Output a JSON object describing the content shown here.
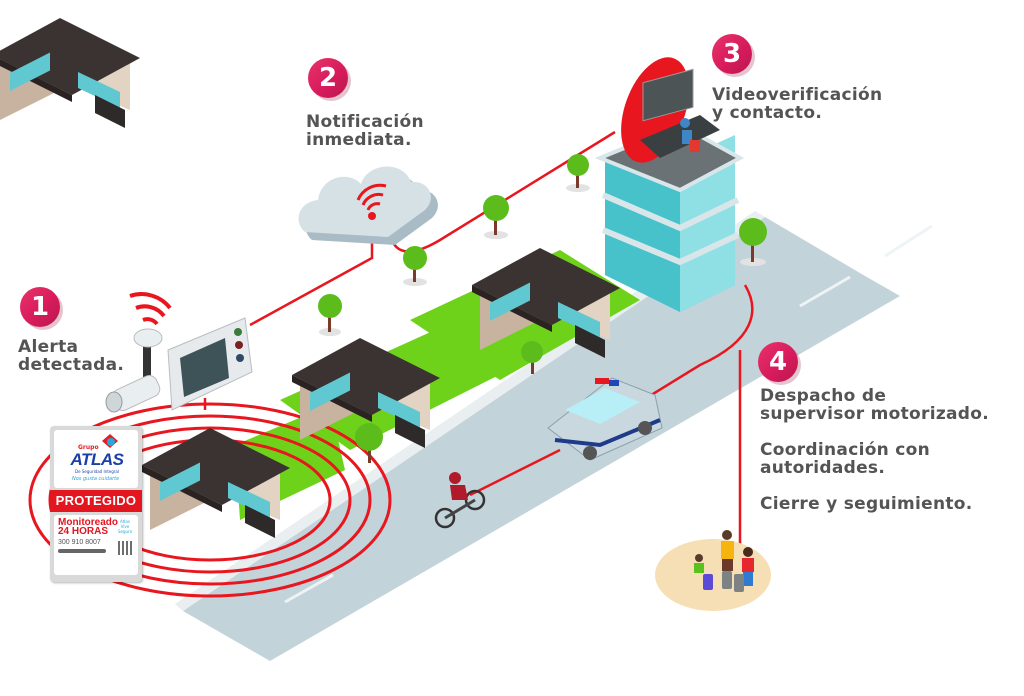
{
  "steps": [
    {
      "number": "1",
      "label": "Alerta\ndetectada."
    },
    {
      "number": "2",
      "label": "Notificación\ninmediata."
    },
    {
      "number": "3",
      "label": "Videoverificación\ny contacto."
    },
    {
      "number": "4",
      "items": [
        "Despacho de\nsupervisor motorizado.",
        "Coordinación con\nautoridades.",
        "Cierre y seguimiento."
      ]
    }
  ],
  "sign": {
    "brand_prefix": "Grupo",
    "brand": "ATLAS",
    "tagline": "De Seguridad Integral",
    "slogan": "Nos gusta cuidarte",
    "status": "PROTEGIDO",
    "monitoring_line1": "Monitoreado",
    "monitoring_line2": "24 HORAS",
    "phone": "300 910 8007",
    "mini_badge": "Atlas Vive Seguro"
  },
  "colors": {
    "accent_red": "#e3151f",
    "badge_pink": "#d81b5c",
    "text_gray": "#545454",
    "road": "#c3d3da",
    "grass": "#6fd21a",
    "sign_blue": "#1a3fa8"
  },
  "icons": [
    "wifi-signal-icon",
    "cloud-icon",
    "camera-icon",
    "intercom-panel-icon",
    "building-icon",
    "monitor-wall-icon",
    "police-car-icon",
    "motorcycle-icon",
    "family-icon",
    "tree-icon",
    "house-icon"
  ]
}
